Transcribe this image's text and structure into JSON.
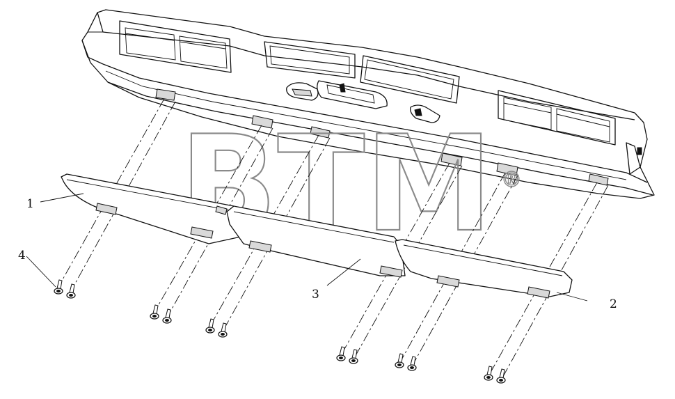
{
  "callouts": [
    {
      "label": "1"
    },
    {
      "label": "2"
    },
    {
      "label": "3"
    },
    {
      "label": "4"
    }
  ],
  "watermark": {
    "text": "BTM",
    "mark": "®"
  },
  "colors": {
    "line": "#111111",
    "watermark": "#8a8a8a",
    "background": "#ffffff"
  }
}
